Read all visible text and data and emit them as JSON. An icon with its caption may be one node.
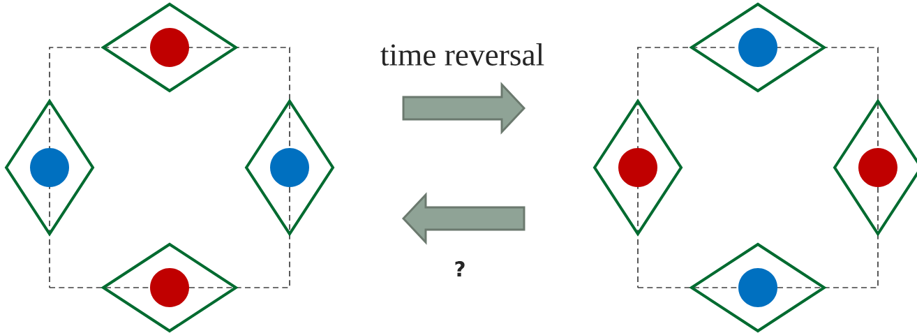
{
  "diagram": {
    "nodes": [
      {
        "text": [],
        "shape": "box"
      },
      {
        "text": [],
        "shape": "box"
      }
    ],
    "edges": [
      {
        "from": 0,
        "to": 1,
        "arrow": "to",
        "label": "time reversal"
      },
      {
        "from": 1,
        "to": 0,
        "arrow": "to",
        "label": "?"
      }
    ]
  }
}
